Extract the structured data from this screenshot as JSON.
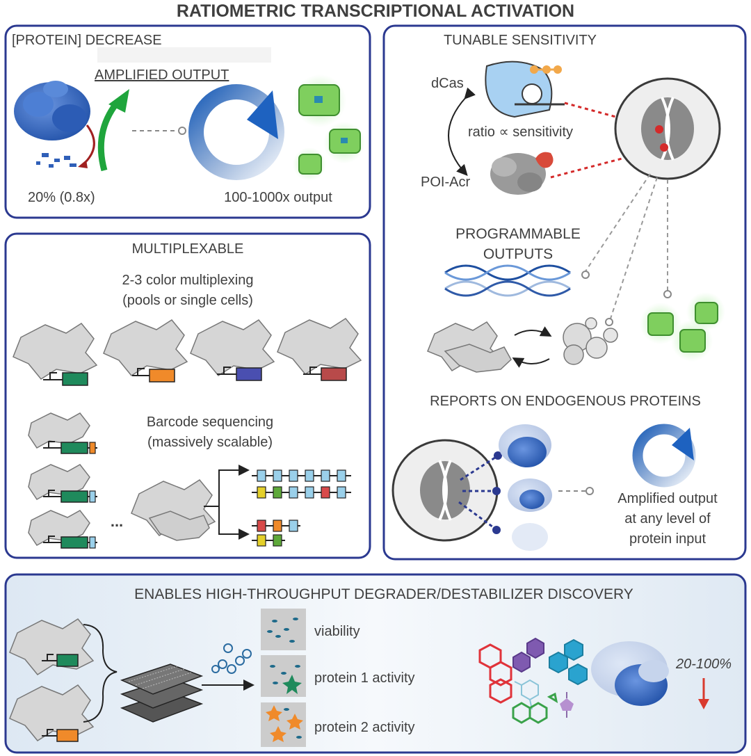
{
  "title": "RATIOMETRIC TRANSCRIPTIONAL ACTIVATION",
  "panel_decrease": {
    "heading": "[PROTEIN] DECREASE",
    "amplified": "AMPLIFIED OUTPUT",
    "input_label": "20% (0.8x)",
    "output_label": "100-1000x output"
  },
  "panel_tunable": {
    "heading": "TUNABLE SENSITIVITY",
    "dcas": "dCas",
    "ratio": "ratio ∝ sensitivity",
    "poi": "POI-Acr",
    "programmable_1": "PROGRAMMABLE",
    "programmable_2": "OUTPUTS",
    "reports": "REPORTS ON ENDOGENOUS PROTEINS",
    "amp_1": "Amplified output",
    "amp_2": "at any level of",
    "amp_3": "protein input"
  },
  "panel_multiplex": {
    "heading": "MULTIPLEXABLE",
    "line1": "2-3 color multiplexing",
    "line2": "(pools or single cells)",
    "barcode1": "Barcode sequencing",
    "barcode2": "(massively scalable)",
    "ellipsis": "..."
  },
  "panel_discovery": {
    "heading": "ENABLES HIGH-THROUGHPUT DEGRADER/DESTABILIZER DISCOVERY",
    "viability": "viability",
    "protein1": "protein 1 activity",
    "protein2": "protein 2 activity",
    "range": "20-100%"
  },
  "colors": {
    "border": "#2b3990",
    "protein_blue": "#3a66c4",
    "reporter_green": "#1f8a5c",
    "reporter_orange": "#f08a2a",
    "reporter_blue": "#4a4fb0",
    "reporter_red": "#b84a4a",
    "arrow_red": "#d93a2e"
  }
}
